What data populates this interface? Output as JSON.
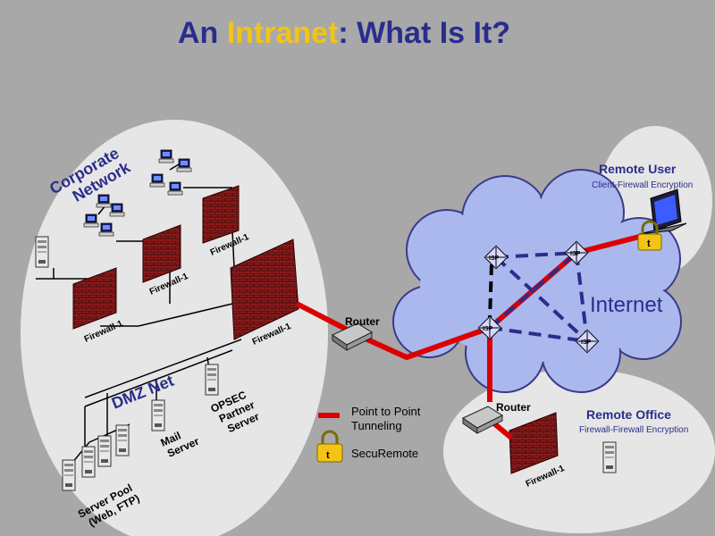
{
  "title": {
    "prefix": "An ",
    "highlight": "Intranet",
    "suffix": ":  What Is It?"
  },
  "corporate_network": {
    "line1": "Corporate",
    "line2": "Network"
  },
  "dmz_net": "DMZ Net",
  "firewall_label": "Firewall-1",
  "router_label": "Router",
  "internet_label": "Internet",
  "isp_label": "ISP",
  "mail_server": {
    "line1": "Mail",
    "line2": "Server"
  },
  "opsec_server": {
    "line1": "OPSEC",
    "line2": "Partner",
    "line3": "Server"
  },
  "server_pool": {
    "line1": "Server Pool",
    "line2": "(Web, FTP)"
  },
  "remote_user": {
    "title": "Remote User",
    "subtitle": "Client-Firewall Encryption"
  },
  "remote_office": {
    "title": "Remote Office",
    "subtitle": "Firewall-Firewall Encryption"
  },
  "legend": {
    "tunnel_line1": "Point to Point",
    "tunnel_line2": "Tunneling",
    "securemote": "SecuRemote",
    "lock_letter": "t"
  },
  "colors": {
    "background": "#a8a8a8",
    "title_blue": "#2a2d8c",
    "title_yellow": "#f3c414",
    "tunnel_red": "#dd0000",
    "cloud_blue": "#aab8ee",
    "vpn_dash": "#2c2c8a",
    "brick": "#8b1a1a"
  }
}
